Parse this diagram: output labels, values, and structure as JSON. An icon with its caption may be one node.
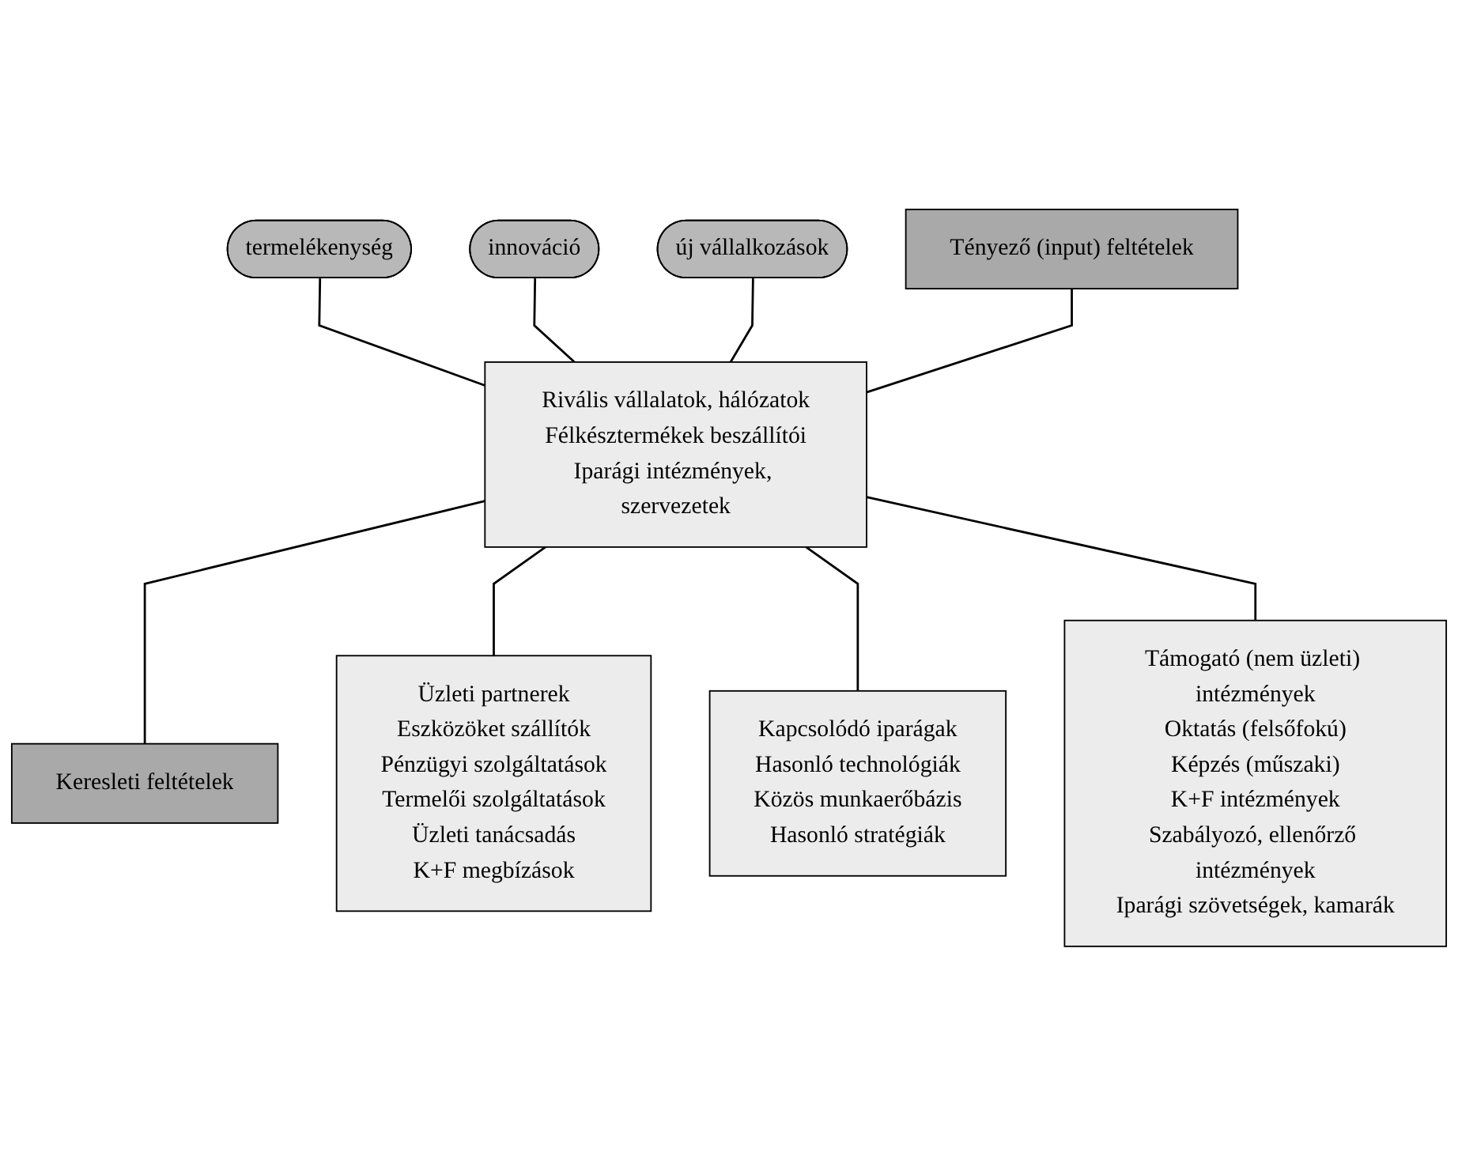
{
  "diagram": {
    "nodes": [
      {
        "text": [
          "termelékenység"
        ]
      },
      {
        "text": [
          "innováció"
        ]
      },
      {
        "text": [
          "új vállalkozások"
        ]
      },
      {
        "text": [
          "Tényező (input) feltételek"
        ]
      },
      {
        "text": [
          "Rivális vállalatok, hálózatok",
          "Félkésztermékek beszállítói",
          "Iparági intézmények, szervezetek"
        ]
      },
      {
        "text": [
          "Keresleti feltételek"
        ]
      },
      {
        "text": [
          "Üzleti partnerek",
          "Eszközöket szállítók",
          "Pénzügyi szolgáltatások",
          "Termelői szolgáltatások",
          "Üzleti tanácsadás",
          "K+F megbízások"
        ]
      },
      {
        "text": [
          "Kapcsolódó iparágak",
          "Hasonló technológiák",
          "Közös munkaerőbázis",
          "Hasonló stratégiák"
        ]
      },
      {
        "text": [
          "Támogató (nem üzleti) intézmények",
          "Oktatás (felsőfokú)",
          "Képzés (műszaki)",
          "K+F intézmények",
          "Szabályozó, ellenőrző intézmények",
          "Iparági szövetségek, kamarák"
        ]
      }
    ],
    "edges": [
      {
        "from": 0,
        "to": 4,
        "arrow": "none"
      },
      {
        "from": 1,
        "to": 4,
        "arrow": "none"
      },
      {
        "from": 2,
        "to": 4,
        "arrow": "none"
      },
      {
        "from": 3,
        "to": 4,
        "arrow": "none"
      },
      {
        "from": 4,
        "to": 5,
        "arrow": "none"
      },
      {
        "from": 4,
        "to": 6,
        "arrow": "none"
      },
      {
        "from": 4,
        "to": 7,
        "arrow": "none"
      },
      {
        "from": 4,
        "to": 8,
        "arrow": "none"
      }
    ]
  }
}
